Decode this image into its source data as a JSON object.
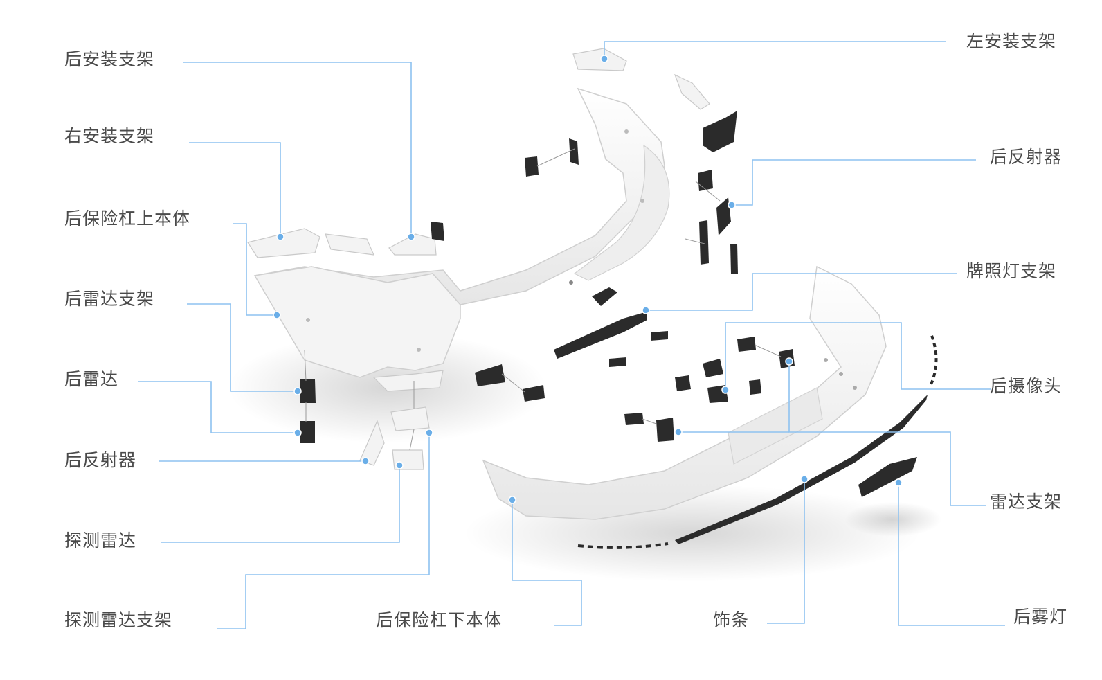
{
  "diagram": {
    "line_color": "#8ec2f0",
    "dot_color": "#6aaee8",
    "part_fill": "#f3f3f3",
    "part_stroke": "#c9c9c9",
    "dark_part": "#2b2b2b"
  },
  "labels": {
    "left": [
      "后安装支架",
      "右安装支架",
      "后保险杠上本体",
      "后雷达支架",
      "后雷达",
      "后反射器",
      "探测雷达",
      "探测雷达支架"
    ],
    "bottom": [
      "后保险杠下本体",
      "饰条",
      "后雾灯"
    ],
    "right": [
      "左安装支架",
      "后反射器",
      "牌照灯支架",
      "后摄像头",
      "雷达支架"
    ]
  }
}
